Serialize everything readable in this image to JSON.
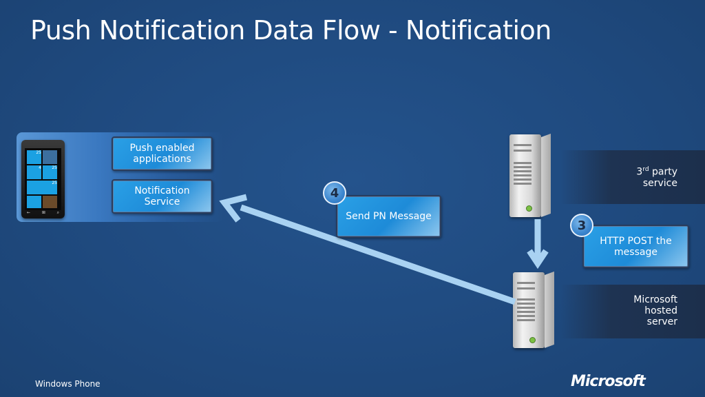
{
  "title": "Push Notification Data Flow - Notification",
  "phone_boxes": {
    "push_enabled": "Push enabled applications",
    "notification_service": "Notification Service"
  },
  "phone_tiles": {
    "tile_1": "25",
    "tile_2": "4",
    "tile_3": "25",
    "tile_4": "25"
  },
  "steps": [
    {
      "number": "4",
      "label": "Send PN Message"
    },
    {
      "number": "3",
      "label": "HTTP POST the message"
    }
  ],
  "services": {
    "third_party_prefix": "3",
    "third_party_sup": "rd",
    "third_party_suffix": " party",
    "third_party_line2": "service",
    "ms_hosted": [
      "Microsoft",
      "hosted",
      "server"
    ]
  },
  "footer": {
    "left": "Windows Phone",
    "logo": "Microsoft"
  },
  "colors": {
    "background": "#1f497d",
    "box": "#1e8bd8",
    "arrow": "#a9d2f2"
  }
}
